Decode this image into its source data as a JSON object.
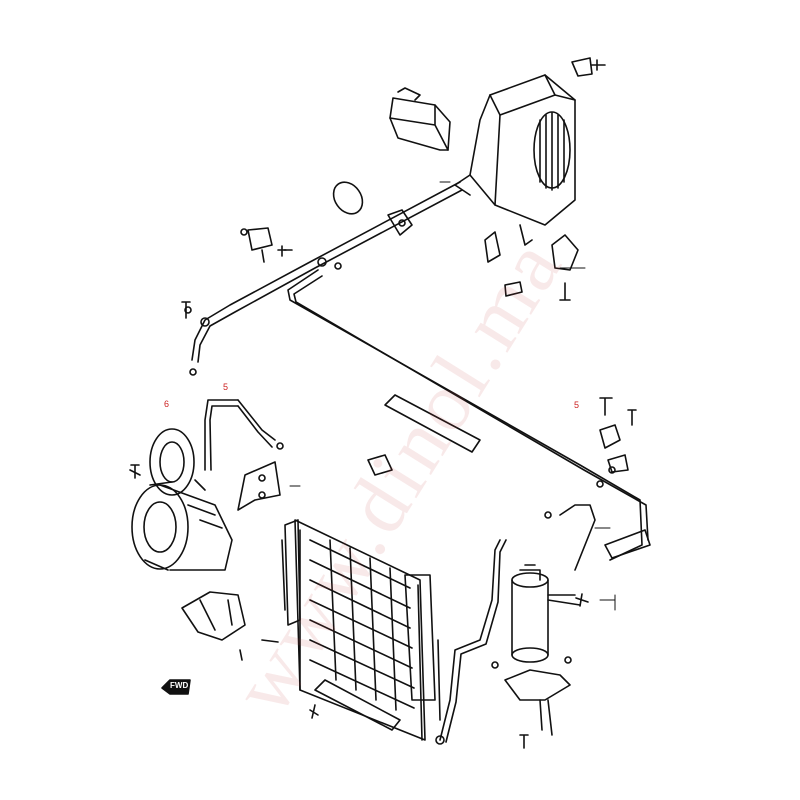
{
  "watermark": "www.dinol.ma",
  "ref_numbers": [
    "6",
    "5",
    "5"
  ],
  "fwd_label": "FWD"
}
